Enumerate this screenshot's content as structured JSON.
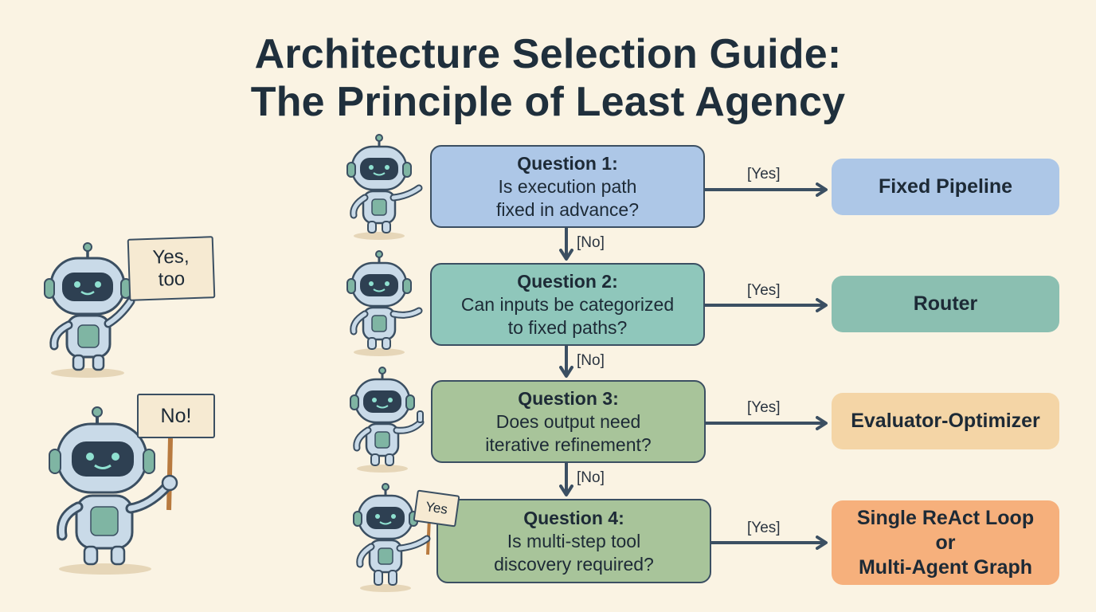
{
  "title": {
    "line1": "Architecture Selection Guide:",
    "line2": "The Principle of Least Agency"
  },
  "questions": [
    {
      "title": "Question 1:",
      "line1": "Is execution path",
      "line2": "fixed in advance?"
    },
    {
      "title": "Question 2:",
      "line1": "Can inputs be categorized",
      "line2": "to fixed paths?"
    },
    {
      "title": "Question 3:",
      "line1": "Does output need",
      "line2": "iterative refinement?"
    },
    {
      "title": "Question 4:",
      "line1": "Is multi-step tool",
      "line2": "discovery required?"
    }
  ],
  "outcomes": [
    {
      "lines": [
        "Fixed Pipeline"
      ]
    },
    {
      "lines": [
        "Router"
      ]
    },
    {
      "lines": [
        "Evaluator-Optimizer"
      ]
    },
    {
      "lines": [
        "Single ReAct Loop",
        "or",
        "Multi-Agent Graph"
      ]
    }
  ],
  "edge_labels": {
    "yes": "[Yes]",
    "no": "[No]"
  },
  "signs": {
    "yes_too_line1": "Yes,",
    "yes_too_line2": "too",
    "no": "No!",
    "small_yes": "Yes"
  },
  "colors": {
    "background": "#faf3e3",
    "q1": "#adc7e7",
    "q2": "#8fc7bb",
    "q3": "#a8c49a",
    "q4": "#a8c49a",
    "fixed_pipeline": "#adc7e7",
    "router": "#8bbfb1",
    "evaluator_optimizer": "#f4d5a6",
    "react_multi_agent": "#f6b07c",
    "arrow": "#3b4f62"
  }
}
